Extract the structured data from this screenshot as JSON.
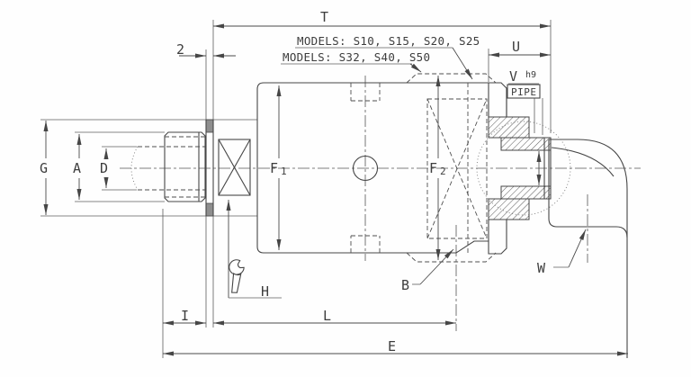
{
  "meta": {
    "type": "engineering-cad-drawing",
    "subject": "rotary joint cross-section with dimension callouts",
    "background_color": "#fefefe",
    "line_color": "#464646",
    "collar_fill_color": "#8e8e8e"
  },
  "annotations": {
    "models_small": "MODELS: S10, S15, S20, S25",
    "models_large": "MODELS: S32, S40, S50",
    "pipe_label": "PIPE",
    "v_tolerance": "h9"
  },
  "dimensions": {
    "t": "T",
    "u": "U",
    "flange_width": "2",
    "v": "V",
    "g": "G",
    "a": "A",
    "d": "D",
    "f": "F",
    "f1_index": "1",
    "f2_index": "2",
    "b": "B",
    "w": "W",
    "h": "H",
    "i": "I",
    "l": "L",
    "e": "E"
  },
  "icons": {
    "wrench": "wrench-icon"
  }
}
